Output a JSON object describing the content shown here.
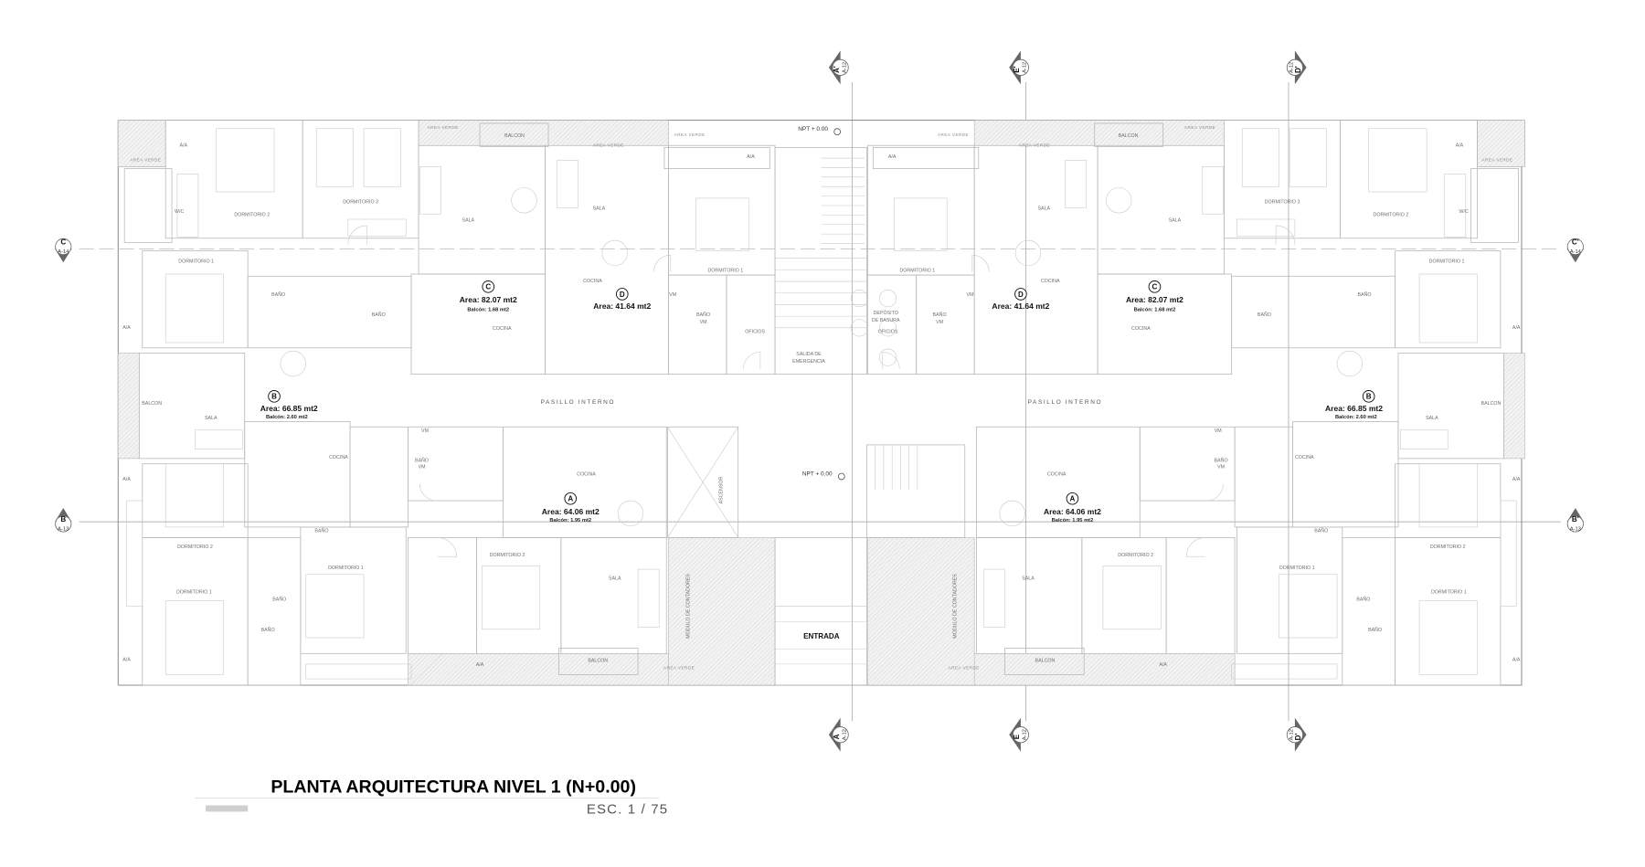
{
  "title": "PLANTA ARQUITECTURA NIVEL 1 (N+0.00)",
  "scale": "ESC. 1 / 75",
  "units": {
    "A": {
      "letter": "A",
      "area": "Area: 64.06 mt2",
      "balcony": "Balcón: 1.95 mt2"
    },
    "B": {
      "letter": "B",
      "area": "Area: 66.85 mt2",
      "balcony": "Balcón: 2.60 mt2"
    },
    "C": {
      "letter": "C",
      "area": "Area: 82.07 mt2",
      "balcony": "Balcón: 1.68 mt2"
    },
    "D": {
      "letter": "D",
      "area": "Area: 41.64 mt2"
    }
  },
  "rooms": {
    "dormitorio_1": "DORMITORIO 1",
    "dormitorio_2": "DORMITORIO 2",
    "dormitorio_3": "DORMITORIO 3",
    "bano": "BAÑO",
    "vm": "VM",
    "sala": "SALA",
    "cocina": "COCINA",
    "balcon": "BALCON",
    "area_verde": "AREA VERDE",
    "aa": "A/A",
    "wc": "W/C",
    "oficios": "OFICIOS"
  },
  "common": {
    "pasillo": "PASILLO INTERNO",
    "entrada": "ENTRADA",
    "ascensor": "ASCENSOR",
    "modulo": "MODULO DE CONTADORES",
    "deposito_1": "DEPÓSITO",
    "deposito_2": "DE BASURA",
    "salida_1": "SALIDA DE",
    "salida_2": "EMERGENCIA",
    "npt": "NPT + 0.00"
  },
  "sections": {
    "C_left": {
      "letter": "C",
      "sheet": "A-14"
    },
    "C_right": {
      "letter": "C'",
      "sheet": "A-14"
    },
    "B_left": {
      "letter": "B",
      "sheet": "A-13"
    },
    "B_right": {
      "letter": "B'",
      "sheet": "A-13"
    },
    "A_top": {
      "letter": "A'",
      "sheet": "A-12"
    },
    "E_top": {
      "letter": "E'",
      "sheet": "A-12"
    },
    "D_top": {
      "letter": "D'",
      "sheet": "A-12"
    },
    "A_bottom": {
      "letter": "A",
      "sheet": "A-12"
    },
    "E_bottom": {
      "letter": "E",
      "sheet": "A-12"
    },
    "D_bottom": {
      "letter": "D'",
      "sheet": "A-12"
    }
  }
}
